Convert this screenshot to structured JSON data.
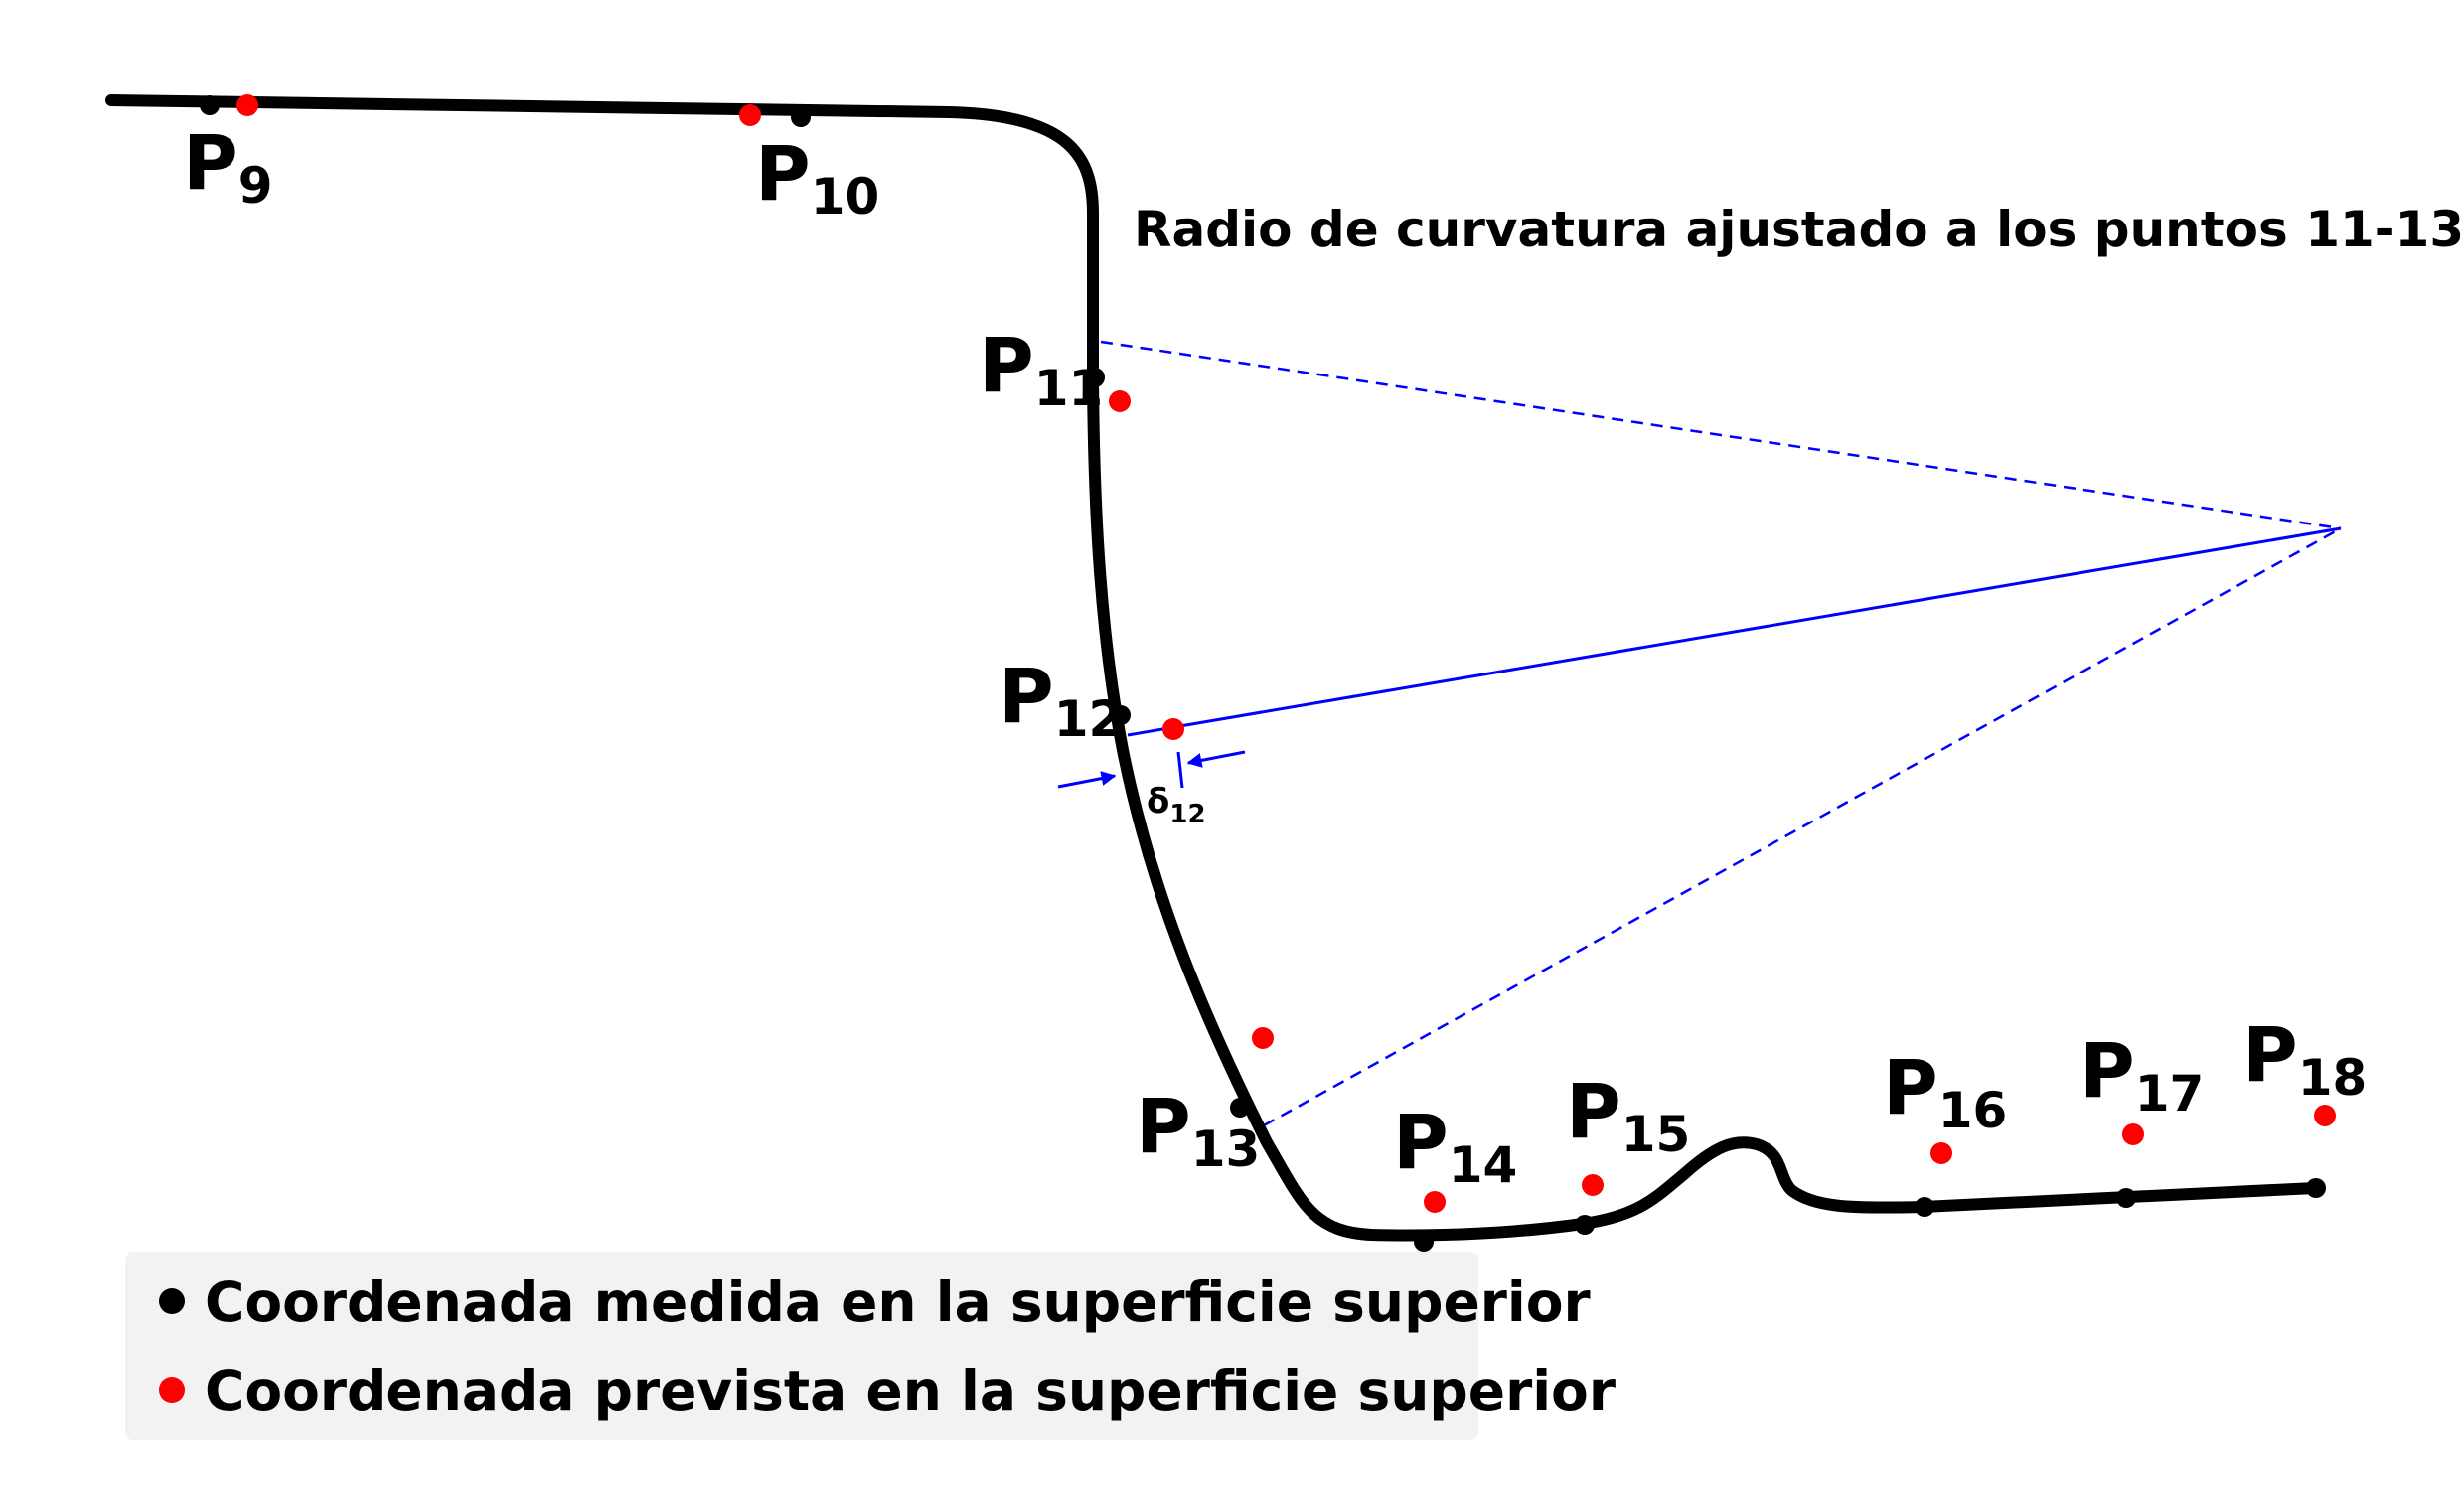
{
  "annotation": {
    "title": "Radio de curvatura ajustado a los puntos 11-13",
    "delta_symbol": "δ",
    "delta_sub": "12"
  },
  "points": [
    {
      "p": "P",
      "sub": "9"
    },
    {
      "p": "P",
      "sub": "10"
    },
    {
      "p": "P",
      "sub": "11"
    },
    {
      "p": "P",
      "sub": "12"
    },
    {
      "p": "P",
      "sub": "13"
    },
    {
      "p": "P",
      "sub": "14"
    },
    {
      "p": "P",
      "sub": "15"
    },
    {
      "p": "P",
      "sub": "16"
    },
    {
      "p": "P",
      "sub": "17"
    },
    {
      "p": "P",
      "sub": "18"
    }
  ],
  "legend": {
    "measured": "Coordenada medida en la superficie superior",
    "predicted": "Coordenada prevista en la superficie superior"
  },
  "colors": {
    "measured": "#000000",
    "predicted": "#ff0000",
    "construction": "#0000ff",
    "legend_bg": "#f2f2f2"
  }
}
